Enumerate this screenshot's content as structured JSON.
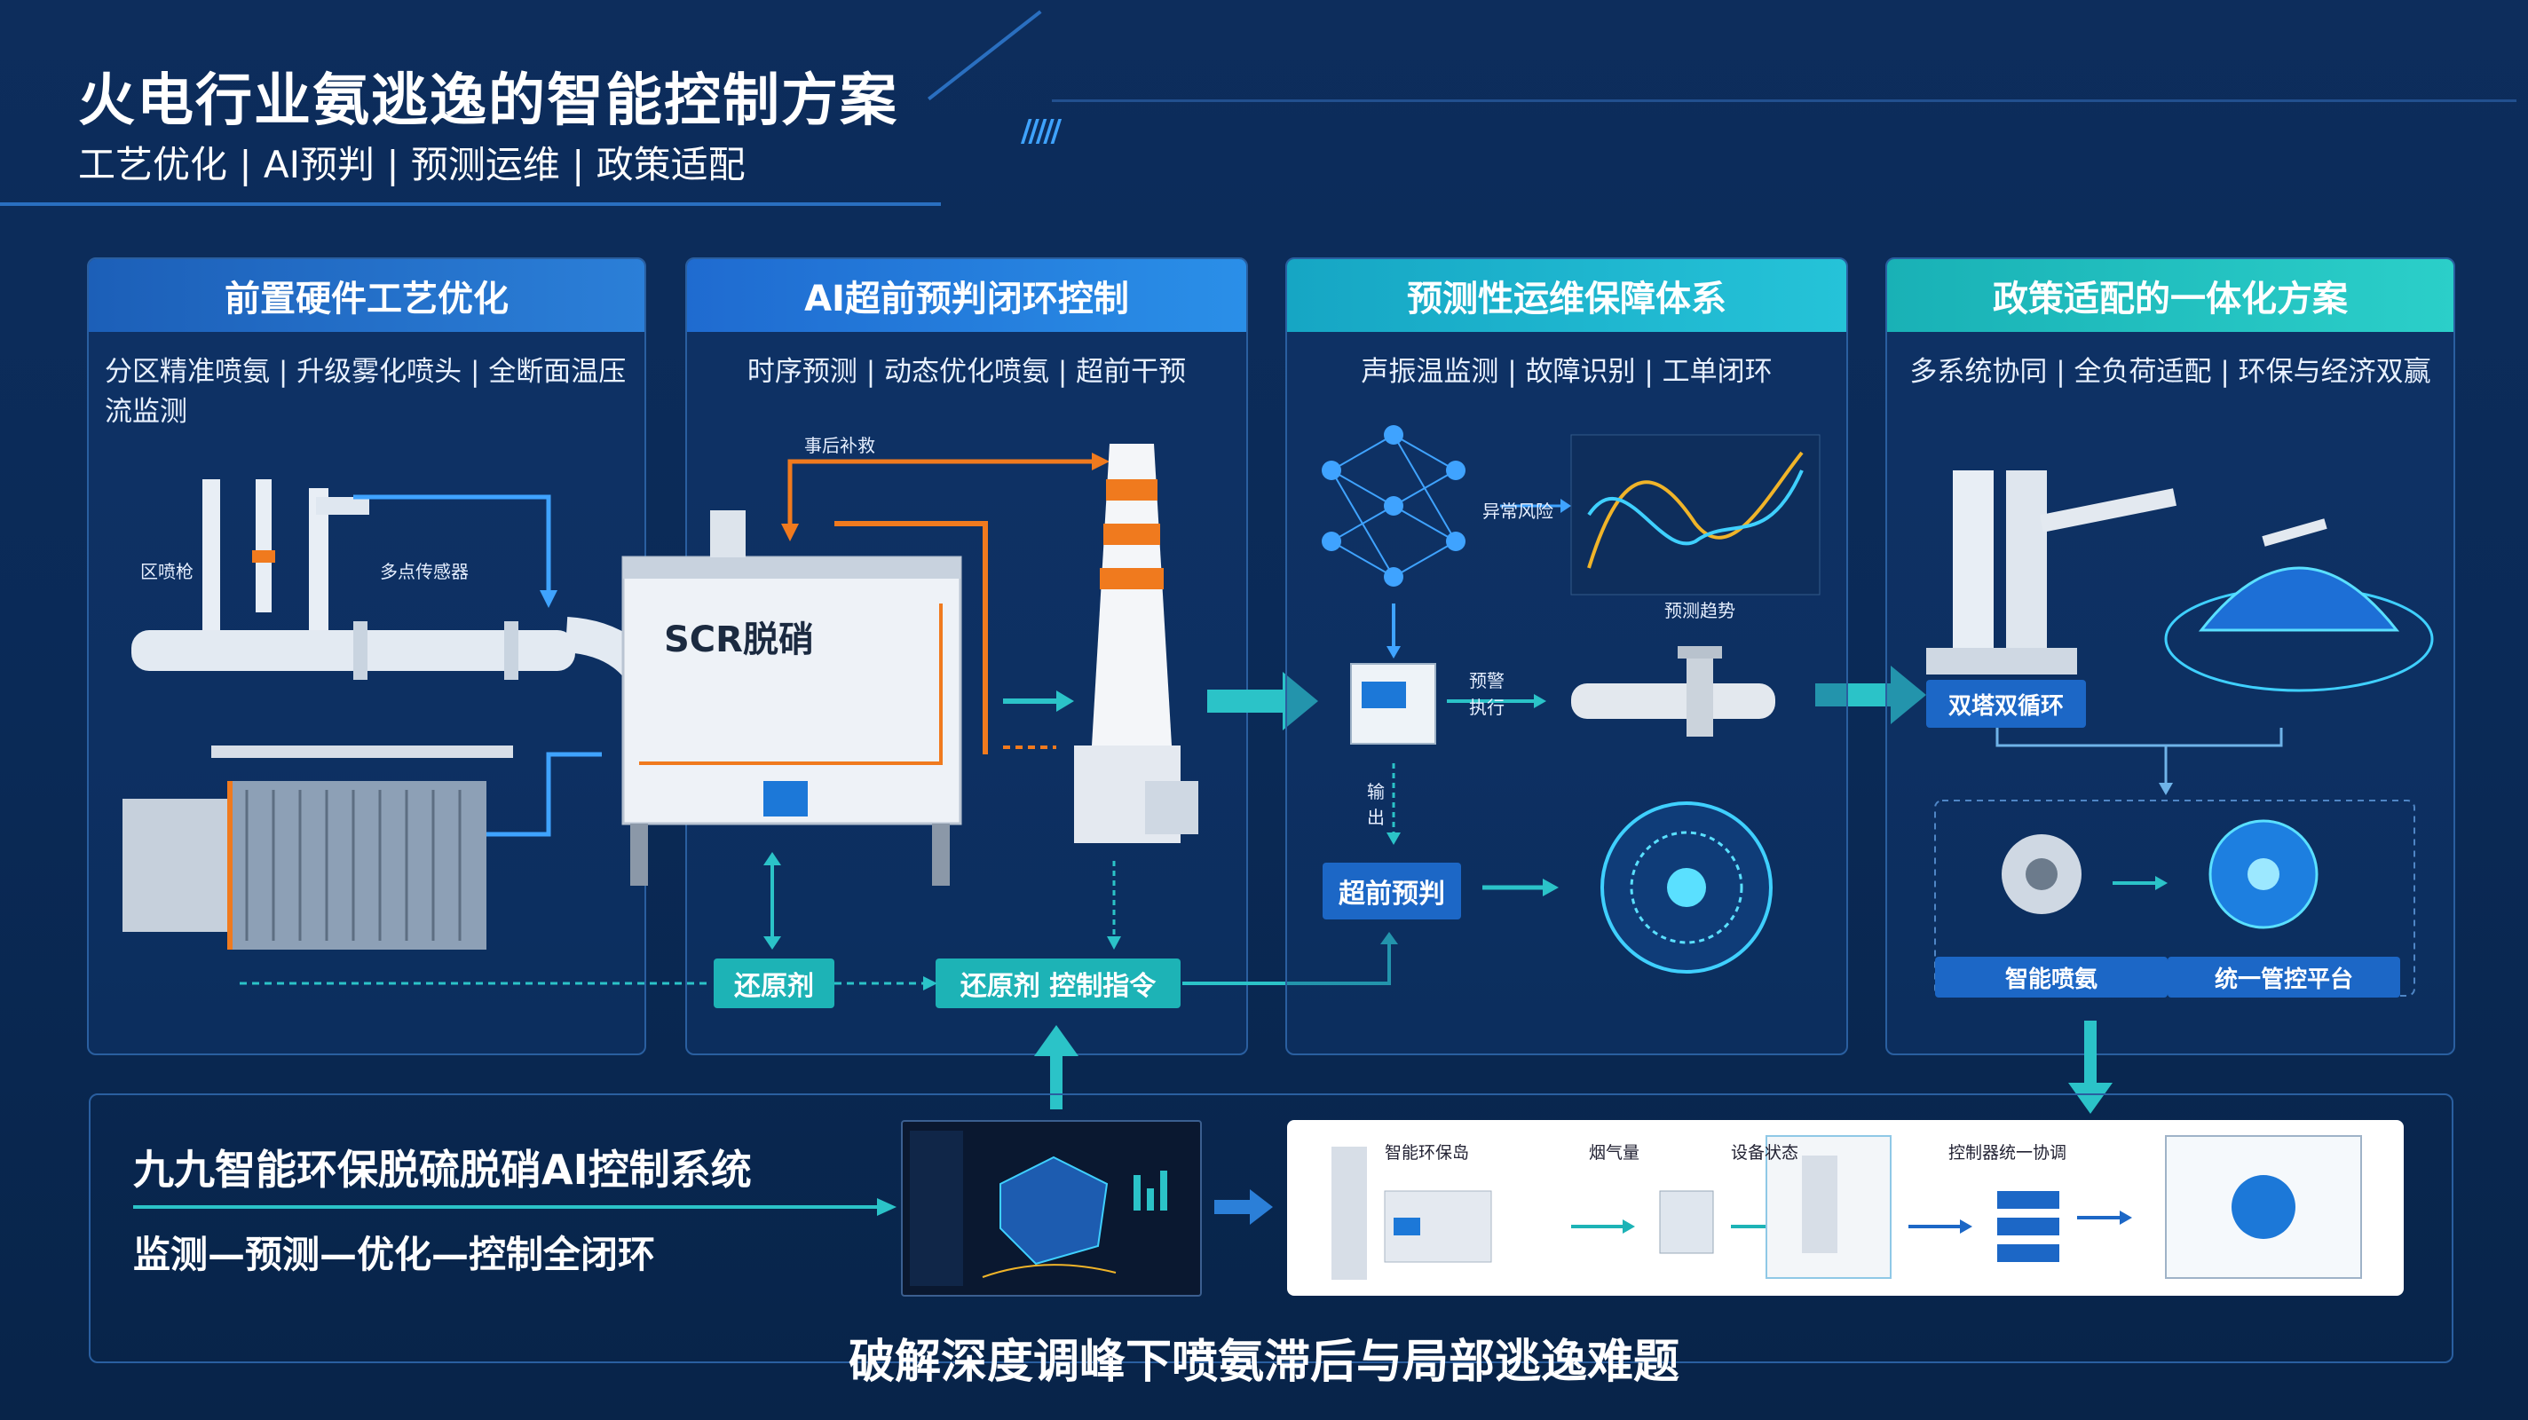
{
  "header": {
    "title": "火电行业氨逃逸的智能控制方案",
    "subtitle": "工艺优化 | AI预判 | 预测运维 | 政策适配"
  },
  "panels": [
    {
      "title": "前置硬件工艺优化",
      "subtitle": "分区精准喷氨 | 升级雾化喷头 | 全断面温压流监测"
    },
    {
      "title": "AI超前预判闭环控制",
      "subtitle": "时序预测 | 动态优化喷氨 | 超前干预"
    },
    {
      "title": "预测性运维保障体系",
      "subtitle": "声振温监测 | 故障识别 | 工单闭环"
    },
    {
      "title": "政策适配的一体化方案",
      "subtitle": "多系统协同 | 全负荷适配 | 环保与经济双赢"
    }
  ],
  "panel1": {
    "zone_label": "区喷枪",
    "multi_label": "多点传感器",
    "scr_label": "SCR脱硝"
  },
  "panel2": {
    "feedback_label": "事后补救",
    "reducer1": "还原剂",
    "reducer2": "还原剂  控制指令"
  },
  "panel3": {
    "anomaly_label": "异常风险",
    "warn_label": "预警 执行",
    "output_label": "输出",
    "predict_label": "预测趋势",
    "early_tag": "超前预判"
  },
  "panel4": {
    "tower_tag": "双塔双循环",
    "smart_tag": "智能喷氨",
    "platform_tag": "统一管控平台"
  },
  "bottom": {
    "system_title": "九九智能环保脱硫脱硝AI控制系统",
    "system_sub": "监测—预测—优化—控制全闭环",
    "flow_labels": [
      "智能环保岛",
      "烟气量",
      "设备状态",
      "控制器统一协调"
    ]
  },
  "footer": "破解深度调峰下喷氨滞后与局部逃逸难题",
  "colors": {
    "accent_teal": "#1db3b6",
    "accent_blue": "#1c67c6",
    "orange": "#f07a1e",
    "bg": "#0b2a55"
  }
}
